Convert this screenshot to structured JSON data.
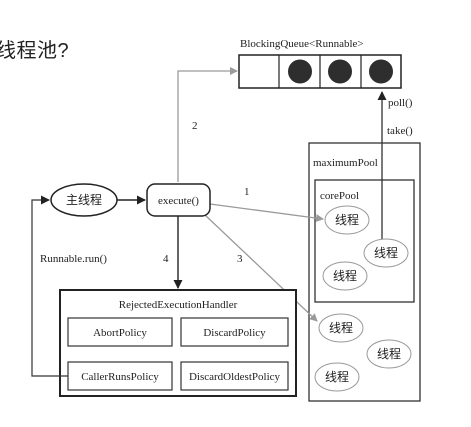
{
  "heading": "线程池?",
  "queue": {
    "title": "BlockingQueue<Runnable>",
    "filled_slots": 3,
    "empty_slots": 1
  },
  "labels": {
    "poll": "poll()",
    "take": "take()",
    "maximum_pool": "maximumPool",
    "core_pool": "corePool",
    "thread": "线程",
    "main_thread": "主线程",
    "execute": "execute()",
    "runnable_run": "Runnable.run()"
  },
  "steps": {
    "s1": "1",
    "s2": "2",
    "s3": "3",
    "s4": "4"
  },
  "handler": {
    "title": "RejectedExecutionHandler",
    "policies": [
      "AbortPolicy",
      "DiscardPolicy",
      "CallerRunsPolicy",
      "DiscardOldestPolicy"
    ]
  },
  "colors": {
    "line": "#222222",
    "gray_arrow": "#9a9a9a",
    "ball": "#2e2e2e"
  }
}
